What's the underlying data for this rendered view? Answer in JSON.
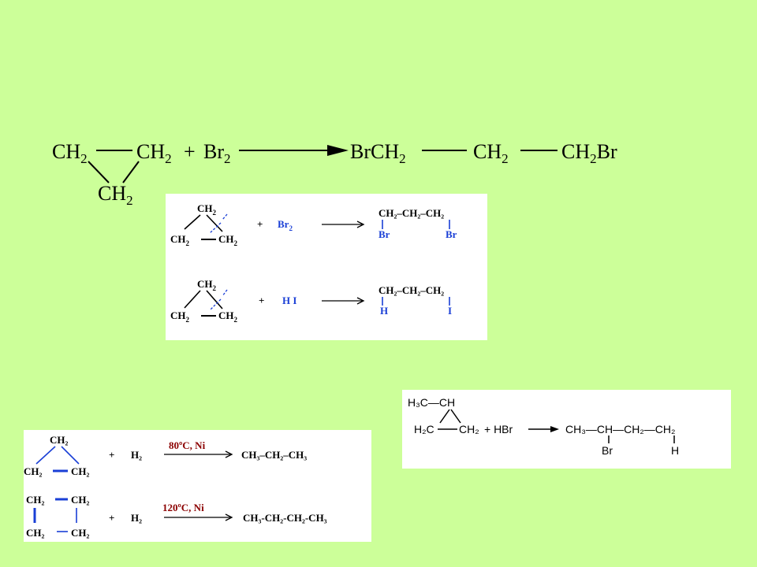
{
  "main_equation": {
    "ring_left": "CH",
    "ring_right": "CH",
    "ring_bottom": "CH",
    "sub2": "2",
    "plus": "+",
    "reagent": "Br",
    "product_left": "BrCH",
    "product_middle": "CH",
    "product_right": "CH",
    "product_right_br": "Br"
  },
  "panel_halogen": {
    "ring_ch2": "CH",
    "sub2": "2",
    "plus": "+",
    "reaction1": {
      "reagent": "Br",
      "product_chain": "CH₂–CH₂–CH₂",
      "subst_left": "Br",
      "subst_right": "Br"
    },
    "reaction2": {
      "reagent": "H I",
      "product_chain": "CH₂–CH₂–CH₂",
      "subst_left": "H",
      "subst_right": "I"
    }
  },
  "panel_hbr": {
    "top_line": "H₃C—CH",
    "ring_left": "H₂C",
    "ring_right": "CH₂",
    "plus_reagent": "+ HBr",
    "product": "CH₃—CH—CH₂—CH₂",
    "subst_br": "Br",
    "subst_h": "H"
  },
  "panel_hydrogenation": {
    "ring_ch2": "CH₂",
    "plus": "+",
    "reagent": "H₂",
    "reaction1": {
      "condition": "80ºC, Ni",
      "product": "CH₃–CH₂–CH₃"
    },
    "reaction2": {
      "condition": "120ºC, Ni",
      "product": "CH₃-CH₂-CH₂-CH₃"
    }
  }
}
